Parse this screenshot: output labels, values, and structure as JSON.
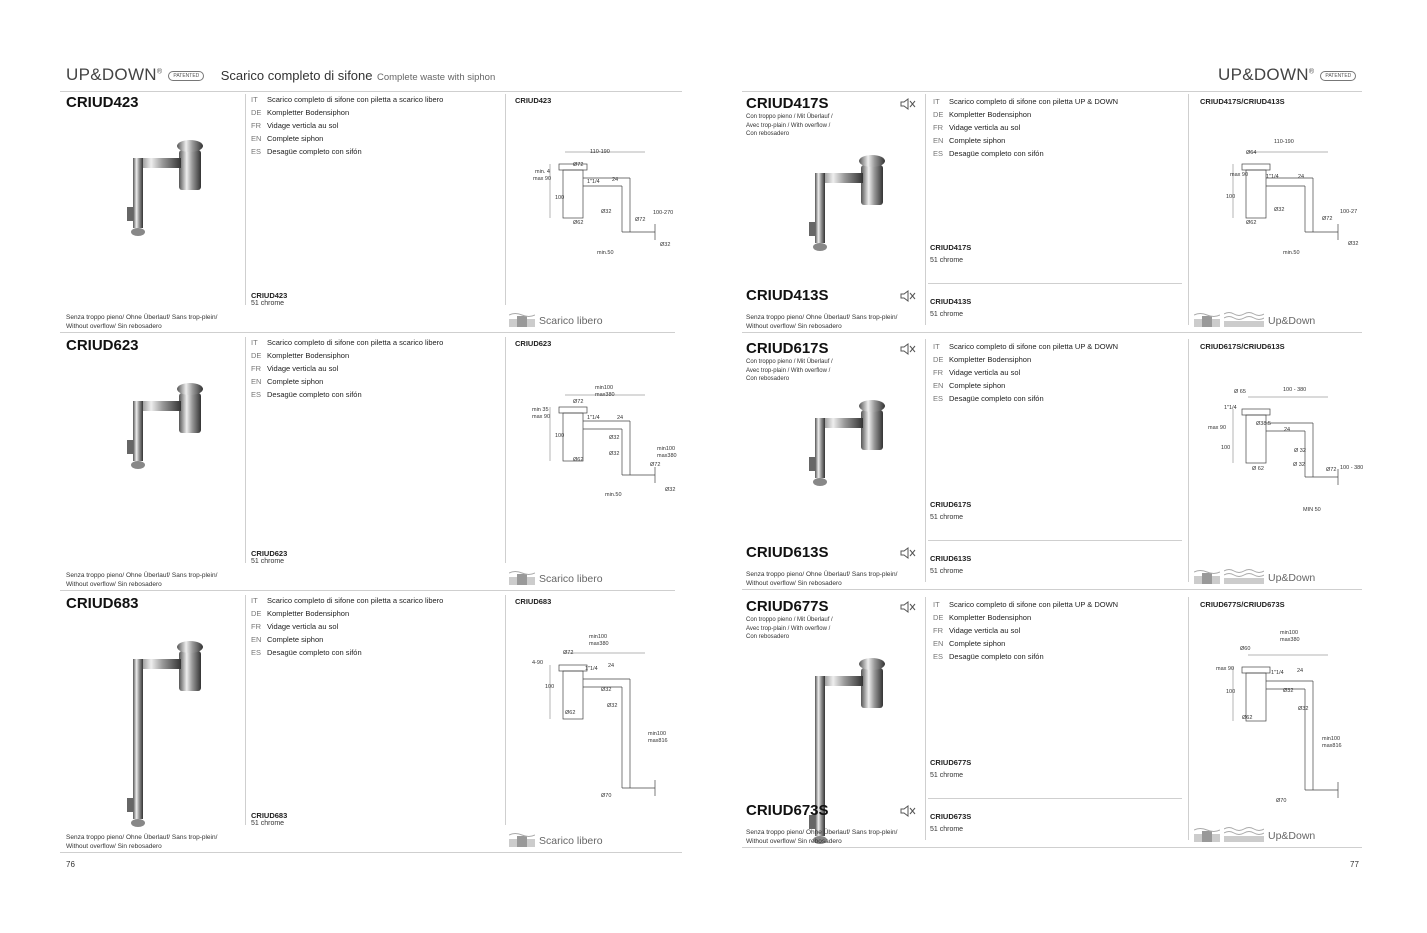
{
  "left_page": {
    "brand": "UP&DOWN",
    "reg": "®",
    "patented": "PATENTED",
    "title": "Scarico completo di sifone",
    "subtitle": "Complete waste with siphon",
    "page_number": "76",
    "products": [
      {
        "code": "CRIUD423",
        "desc": [
          {
            "lang": "IT",
            "text": "Scarico completo di sifone con piletta a scarico libero"
          },
          {
            "lang": "DE",
            "text": "Kompletter Bodensiphon"
          },
          {
            "lang": "FR",
            "text": "Vidage verticla au sol"
          },
          {
            "lang": "EN",
            "text": "Complete siphon"
          },
          {
            "lang": "ES",
            "text": "Desagüe completo con sifón"
          }
        ],
        "variant_code": "CRIUD423",
        "finish": "51 chrome",
        "note1": "Senza troppo pieno/ Ohne Überlauf/ Sans trop-plein/",
        "note2": "Without overflow/ Sin rebosadero",
        "diagram_title": "CRIUD423",
        "badge": "Scarico libero",
        "dims": [
          "min. 4",
          "max 90",
          "Ø72",
          "110-190",
          "1\"1/4",
          "24",
          "100",
          "Ø32",
          "100-270",
          "Ø62",
          "Ø72",
          "Ø32",
          "min.50"
        ]
      },
      {
        "code": "CRIUD623",
        "desc": [
          {
            "lang": "IT",
            "text": "Scarico completo di sifone con piletta a scarico libero"
          },
          {
            "lang": "DE",
            "text": "Kompletter Bodensiphon"
          },
          {
            "lang": "FR",
            "text": "Vidage verticla au sol"
          },
          {
            "lang": "EN",
            "text": "Complete siphon"
          },
          {
            "lang": "ES",
            "text": "Desagüe completo con sifón"
          }
        ],
        "variant_code": "CRIUD623",
        "finish": "51 chrome",
        "note1": "Senza troppo pieno/ Ohne Überlauf/ Sans trop-plein/",
        "note2": "Without overflow/ Sin rebosadero",
        "diagram_title": "CRIUD623",
        "badge": "Scarico libero",
        "dims": [
          "min100",
          "max380",
          "min 35",
          "max 90",
          "Ø72",
          "1\"1/4",
          "24",
          "100",
          "Ø32",
          "Ø62",
          "Ø32",
          "min100",
          "max380",
          "Ø72",
          "Ø32",
          "min.50"
        ]
      },
      {
        "code": "CRIUD683",
        "desc": [
          {
            "lang": "IT",
            "text": "Scarico completo di sifone con piletta a scarico libero"
          },
          {
            "lang": "DE",
            "text": "Kompletter Bodensiphon"
          },
          {
            "lang": "FR",
            "text": "Vidage verticla au sol"
          },
          {
            "lang": "EN",
            "text": "Complete siphon"
          },
          {
            "lang": "ES",
            "text": "Desagüe completo con sifón"
          }
        ],
        "variant_code": "CRIUD683",
        "finish": "51 chrome",
        "note1": "Senza troppo pieno/ Ohne Überlauf/ Sans trop-plein/",
        "note2": "Without overflow/ Sin rebosadero",
        "diagram_title": "CRIUD683",
        "badge": "Scarico libero",
        "dims": [
          "min100",
          "max380",
          "Ø72",
          "4-90",
          "1\"1/4",
          "24",
          "100",
          "Ø32",
          "Ø62",
          "Ø32",
          "min100",
          "max816",
          "Ø70"
        ]
      }
    ]
  },
  "right_page": {
    "brand": "UP&DOWN",
    "reg": "®",
    "patented": "PATENTED",
    "page_number": "77",
    "products": [
      {
        "code": "CRIUD417S",
        "overflow": [
          "Con troppo pieno / Mit Überlauf /",
          "Avec trop-plain / With overflow /",
          "Con rebosadero"
        ],
        "desc": [
          {
            "lang": "IT",
            "text": "Scarico completo di sifone con piletta UP & DOWN"
          },
          {
            "lang": "DE",
            "text": "Kompletter Bodensiphon"
          },
          {
            "lang": "FR",
            "text": "Vidage verticla au sol"
          },
          {
            "lang": "EN",
            "text": "Complete siphon"
          },
          {
            "lang": "ES",
            "text": "Desagüe completo con sifón"
          }
        ],
        "variant_code": "CRIUD417S",
        "finish": "51 chrome",
        "alt_code": "CRIUD413S",
        "alt_variant_code": "CRIUD413S",
        "alt_finish": "51 chrome",
        "note1": "Senza troppo pieno/ Ohne Überlauf/ Sans trop-plein/",
        "note2": "Without overflow/ Sin rebosadero",
        "diagram_title": "CRIUD417S/CRIUD413S",
        "badge": "Up&Down",
        "dims": [
          "110-190",
          "Ø64",
          "max 90",
          "1\"1/4",
          "24",
          "100",
          "Ø32",
          "100-27",
          "Ø62",
          "Ø72",
          "Ø32",
          "min.50"
        ]
      },
      {
        "code": "CRIUD617S",
        "overflow": [
          "Con troppo pieno / Mit Überlauf /",
          "Avec trop-plain / With overflow /",
          "Con rebosadero"
        ],
        "desc": [
          {
            "lang": "IT",
            "text": "Scarico completo di sifone con piletta UP & DOWN"
          },
          {
            "lang": "DE",
            "text": "Kompletter Bodensiphon"
          },
          {
            "lang": "FR",
            "text": "Vidage verticla au sol"
          },
          {
            "lang": "EN",
            "text": "Complete siphon"
          },
          {
            "lang": "ES",
            "text": "Desagüe completo con sifón"
          }
        ],
        "variant_code": "CRIUD617S",
        "finish": "51 chrome",
        "alt_code": "CRIUD613S",
        "alt_variant_code": "CRIUD613S",
        "alt_finish": "51 chrome",
        "note1": "Senza troppo pieno/ Ohne Überlauf/ Sans trop-plein/",
        "note2": "Without overflow/ Sin rebosadero",
        "diagram_title": "CRIUD617S/CRIUD613S",
        "badge": "Up&Down",
        "dims": [
          "Ø 65",
          "100 - 380",
          "1\"1/4",
          "max 90",
          "Ø38.5",
          "24",
          "100",
          "Ø 32",
          "Ø 32",
          "Ø 62",
          "Ø72",
          "100 - 380",
          "MIN 50"
        ]
      },
      {
        "code": "CRIUD677S",
        "overflow": [
          "Con troppo pieno / Mit Überlauf /",
          "Avec trop-plain / With overflow /",
          "Con rebosadero"
        ],
        "desc": [
          {
            "lang": "IT",
            "text": "Scarico completo di sifone con piletta UP & DOWN"
          },
          {
            "lang": "DE",
            "text": "Kompletter Bodensiphon"
          },
          {
            "lang": "FR",
            "text": "Vidage verticla au sol"
          },
          {
            "lang": "EN",
            "text": "Complete siphon"
          },
          {
            "lang": "ES",
            "text": "Desagüe completo con sifón"
          }
        ],
        "variant_code": "CRIUD677S",
        "finish": "51 chrome",
        "alt_code": "CRIUD673S",
        "alt_variant_code": "CRIUD673S",
        "alt_finish": "51 chrome",
        "note1": "Senza troppo pieno/ Ohne Überlauf/ Sans trop-plein/",
        "note2": "Without overflow/ Sin rebosadero",
        "diagram_title": "CRIUD677S/CRIUD673S",
        "badge": "Up&Down",
        "dims": [
          "min100",
          "max380",
          "Ø60",
          "max 90",
          "1\"1/4",
          "24",
          "100",
          "Ø32",
          "Ø62",
          "Ø32",
          "min100",
          "max816",
          "Ø70"
        ]
      }
    ]
  }
}
